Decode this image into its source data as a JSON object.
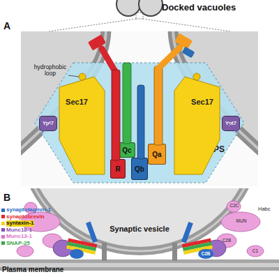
{
  "diagram": {
    "nodes": [
      {
        "text": [
          "HOPS"
        ]
      },
      {
        "text": [
          "Sec17"
        ],
        "in": 0
      },
      {
        "text": [
          "Sec17"
        ],
        "in": 0
      },
      {
        "text": [
          "Ypt7"
        ]
      },
      {
        "text": [
          "Ypt7"
        ]
      },
      {
        "text": [
          "Qc"
        ],
        "in": 0
      },
      {
        "text": [
          "R"
        ],
        "in": 0
      },
      {
        "text": [
          "Qb"
        ],
        "in": 0
      },
      {
        "text": [
          "Qa"
        ],
        "in": 0
      }
    ],
    "labels": [
      "Docked vacuoles",
      "A",
      "hydrophobic loop",
      "B",
      "Synaptic vesicle",
      "Plasma membrane",
      "C2C",
      "MUN",
      "Habc",
      "C2B",
      "C2B",
      "C1"
    ],
    "legend": [
      {
        "text": "synaptotagmin-1",
        "color": "#2b6cc4"
      },
      {
        "text": "synaptobrevin",
        "color": "#e0262c"
      },
      {
        "text": "syntaxin-1",
        "color": "#f2d21b"
      },
      {
        "text": "Munc18-1",
        "color": "#8a4fb0"
      },
      {
        "text": "Munc13-1",
        "color": "#e070c8"
      },
      {
        "text": "SNAP-25",
        "color": "#3aa84a"
      }
    ]
  }
}
